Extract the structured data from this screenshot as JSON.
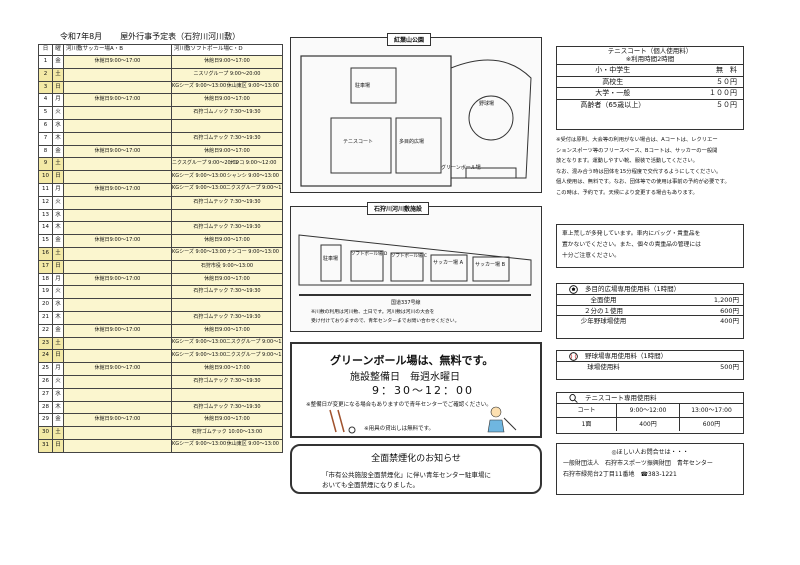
{
  "schedule": {
    "month": "令和7年8月",
    "title": "屋外行事予定表（石狩川河川敷）",
    "col_day": "日",
    "col_week": "曜",
    "col_a": "河川敷サッカー場A・B",
    "col_b": "河川敷ソフトボール場C・D",
    "rows": [
      {
        "d": "1",
        "w": "金",
        "a": "休館日9:00～17:00",
        "b": "休館日9:00～17:00"
      },
      {
        "d": "2",
        "w": "土",
        "a": "",
        "b": "ニスリグループ 9:00～20:00"
      },
      {
        "d": "3",
        "w": "日",
        "a": "",
        "b": "KGシーズ 9:00～13:00",
        "b2": "休山東区 9:00～13:00"
      },
      {
        "d": "4",
        "w": "月",
        "a": "休館日9:00～17:00",
        "b": "休館日9:00～17:00"
      },
      {
        "d": "5",
        "w": "火",
        "a": "",
        "b": "石狩ゴムノック 7:30～19:30"
      },
      {
        "d": "6",
        "w": "水",
        "a": "",
        "b": ""
      },
      {
        "d": "7",
        "w": "木",
        "a": "",
        "b": "石狩ゴムテック 7:30～19:30"
      },
      {
        "d": "8",
        "w": "金",
        "a": "休館日9:00～17:00",
        "b": "休館日9:00～17:00"
      },
      {
        "d": "9",
        "w": "土",
        "a": "",
        "b": "ニクスグループ 9:00～20:00",
        "b2": "ナンコ 9:00～12:00"
      },
      {
        "d": "10",
        "w": "日",
        "a": "",
        "b": "KGシーズ 9:00～13:00",
        "b2": "シャンシ 9:00～13:00"
      },
      {
        "d": "11",
        "w": "月",
        "a": "休館日9:00～17:00",
        "b": "KGシーズ 9:00～13:00",
        "b2": "ニクスグループ 9:00～13:00"
      },
      {
        "d": "12",
        "w": "火",
        "a": "",
        "b": "石狩ゴムテック 7:30～19:30"
      },
      {
        "d": "13",
        "w": "水",
        "a": "",
        "b": ""
      },
      {
        "d": "14",
        "w": "木",
        "a": "",
        "b": "石狩ゴムテック 7:30～19:30"
      },
      {
        "d": "15",
        "w": "金",
        "a": "休館日9:00～17:00",
        "b": "休館日9:00～17:00"
      },
      {
        "d": "16",
        "w": "土",
        "a": "",
        "b": "KGシーズ 9:00～13:00",
        "b2": "ナンコー 9:00～13:00"
      },
      {
        "d": "17",
        "w": "日",
        "a": "",
        "b": "石狩市役 9:00～13:00"
      },
      {
        "d": "18",
        "w": "月",
        "a": "休館日9:00～17:00",
        "b": "休館日9:00～17:00"
      },
      {
        "d": "19",
        "w": "火",
        "a": "",
        "b": "石狩ゴムテック 7:30～19:30"
      },
      {
        "d": "20",
        "w": "水",
        "a": "",
        "b": ""
      },
      {
        "d": "21",
        "w": "木",
        "a": "",
        "b": "石狩ゴムテック 7:30～19:30"
      },
      {
        "d": "22",
        "w": "金",
        "a": "休館日9:00～17:00",
        "b": "休館日9:00～17:00"
      },
      {
        "d": "23",
        "w": "土",
        "a": "",
        "b": "KGシーズ 9:00～13:00",
        "b2": "ニスクグループ 9:00～13:00"
      },
      {
        "d": "24",
        "w": "日",
        "a": "",
        "b": "KGシーズ 9:00～13:00",
        "b2": "ニクスグループ 9:00～13:00"
      },
      {
        "d": "25",
        "w": "月",
        "a": "休館日9:00～17:00",
        "b": "休館日9:00～17:00"
      },
      {
        "d": "26",
        "w": "火",
        "a": "",
        "b": "石狩ゴムテック 7:30～19:30"
      },
      {
        "d": "27",
        "w": "水",
        "a": "",
        "b": ""
      },
      {
        "d": "28",
        "w": "木",
        "a": "",
        "b": "石狩ゴムテック 7:30～19:30"
      },
      {
        "d": "29",
        "w": "金",
        "a": "休館日9:00～17:00",
        "b": "休館日9:00～17:00"
      },
      {
        "d": "30",
        "w": "土",
        "a": "",
        "b": "石狩ゴムテック 10:00～13:00"
      },
      {
        "d": "31",
        "w": "日",
        "a": "",
        "b": "KGシーズ 9:00～13:00",
        "b2": "休山東区 9:00～13:00"
      }
    ]
  },
  "map1": {
    "title": "紅葉山公園",
    "labels": [
      "グリーンボール場",
      "野球場",
      "テニスコート",
      "多目的広場",
      "駐車場"
    ]
  },
  "map2": {
    "title": "石狩川河川敷施設",
    "labels": [
      "駐車場",
      "ソフトボール場 D",
      "ソフトボール場 C",
      "サッカー場 A",
      "サッカー場 B"
    ],
    "road": "国道337号線",
    "note1": "※川敷の利用は河川敷、土日です。河川敷は河川の大会を",
    "note2": "受け付けておりますので、青年センターまでお問い合わせください。"
  },
  "greenball": {
    "line1": "グリーンボール場は、無料です。",
    "line2": "施設整備日　毎週水曜日",
    "line3": "9：30～12：00",
    "note1": "※整備日が変更になる場合もありますので青年センターでご確認ください。",
    "note2": "※用具の貸出しは無料です。"
  },
  "banner": {
    "title": "全面禁煙化のお知らせ",
    "line1": "「市有公共施設全面禁煙化」に伴い青年センター駐車場に",
    "line2": "おいても全面禁煙になりました。"
  },
  "tennis": {
    "title": "テニスコート（個人使用料）",
    "subtitle": "※利用時間2時間",
    "rows": [
      {
        "k": "小・中学生",
        "v": "無　料"
      },
      {
        "k": "高校生",
        "v": "５０円"
      },
      {
        "k": "大学・一般",
        "v": "１００円"
      },
      {
        "k": "高齢者（65歳以上）",
        "v": "５０円"
      }
    ]
  },
  "notes": [
    "※受付は原則、大会等の利用がない場合は、Aコートは、レクリエー",
    "ションスポーツ等のフリースペース、Bコートは、サッカーの一般開",
    "放となります。運動しやすい靴、服装で活動してください。",
    "なお、混み合う時は団体を15分程度で交代するようにしてください。",
    "個人使用は、無料です。なお、団体等での使用は事前の予約が必要です。",
    "この時は、予約です。天候により変更する場合もあります。"
  ],
  "bag": [
    "車上荒しが多発しています。車内にバッグ・貴重品を",
    "置かないでください。また、個々の貴重品の管理には",
    "十分ご注意ください。"
  ],
  "square": {
    "title": "多目的広場専用使用料（1時間）",
    "rows": [
      {
        "k": "全面使用",
        "v": "1,200円"
      },
      {
        "k": "２分の１使用",
        "v": "600円"
      },
      {
        "k": "少年野球場使用",
        "v": "400円"
      }
    ]
  },
  "baseball": {
    "title": "野球場専用使用料（1時間）",
    "rows": [
      {
        "k": "球場使用料",
        "v": "500円"
      }
    ]
  },
  "court": {
    "title": "テニスコート専用使用料",
    "h1": "コート",
    "h2": "9:00～12:00",
    "h3": "13:00～17:00",
    "r1": "1面",
    "r2": "400円",
    "r3": "600円"
  },
  "contact": {
    "line1": "◎ほしい人お問合せは・・・",
    "line2": "一般財団法人　石狩市スポーツ振興財団　青年センター",
    "line3": "石狩市緑苑台2丁目11番地　☎383-1221"
  }
}
